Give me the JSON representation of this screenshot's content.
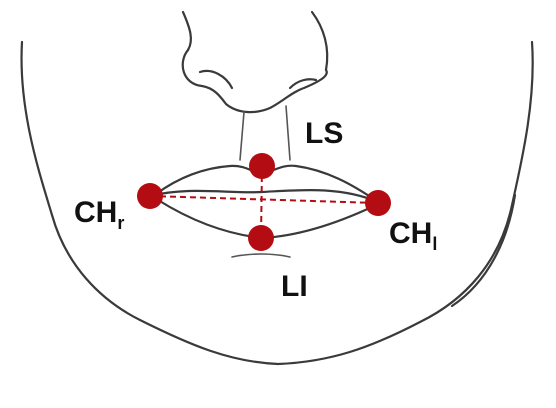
{
  "landmark_color": "#b30c12",
  "label_color": "#111111",
  "landmarks": {
    "ls": {
      "text": "LS"
    },
    "li": {
      "text": "LI"
    },
    "ch_r": {
      "text": "CH",
      "sub": "r"
    },
    "ch_l": {
      "text": "CH",
      "sub": "l"
    }
  }
}
